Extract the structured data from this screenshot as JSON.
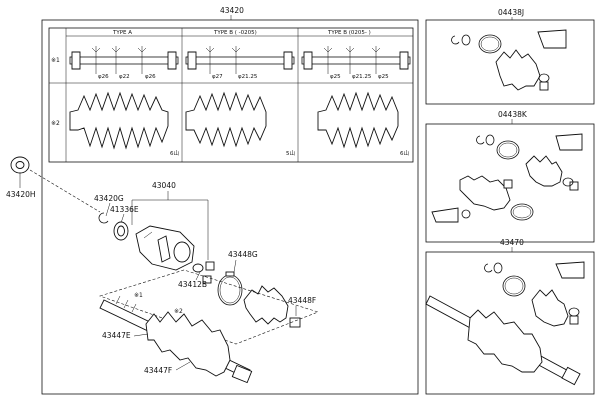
{
  "main": {
    "assembly_label": "43420",
    "table": {
      "columns": [
        "TYPE A",
        "TYPE B (    -0205)",
        "TYPE B (0205-    )"
      ],
      "row_labels": [
        "※1",
        "※2"
      ],
      "type_a_dims": [
        "φ26",
        "φ22",
        "φ26"
      ],
      "type_b1_dims": [
        "φ27",
        "φ21.25"
      ],
      "type_b2_dims": [
        "φ25",
        "φ21.25",
        "φ25"
      ],
      "boot_counts": [
        "6山",
        "5山",
        "6山"
      ]
    },
    "parts": {
      "seal": "43420H",
      "snap_ring": "43420G",
      "bearing_ring": "41336E",
      "outer_joint_assy": "43040",
      "clamp_small": "43448G",
      "ring": "43412B",
      "boot_clamp": "43448F",
      "shaft": "43447E",
      "boot": "43447F"
    },
    "marks": {
      "m1": "※1",
      "m2": "※2"
    }
  },
  "kits": [
    {
      "label": "04438J"
    },
    {
      "label": "04438K"
    },
    {
      "label": "43470"
    }
  ]
}
